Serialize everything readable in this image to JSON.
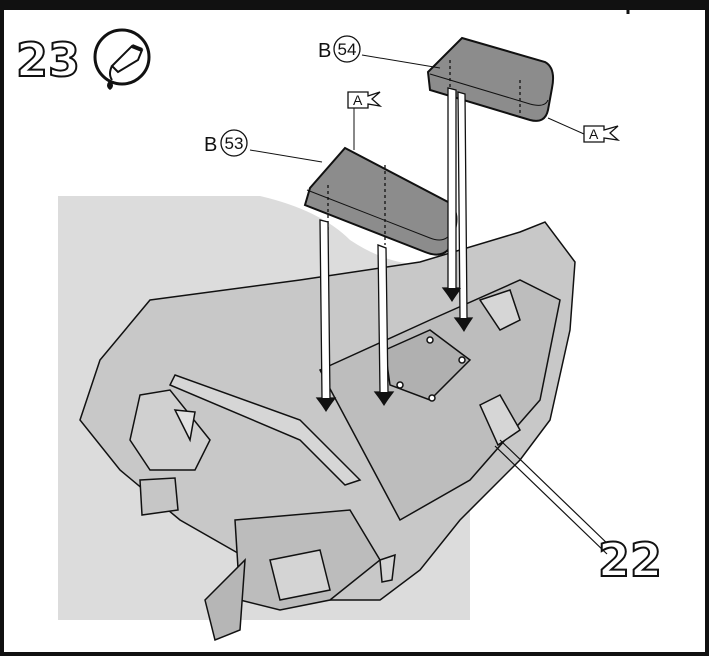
{
  "step": {
    "number": "23",
    "icon": "glue-tube-icon"
  },
  "parts": [
    {
      "letter": "B",
      "number": "54"
    },
    {
      "letter": "B",
      "number": "53"
    }
  ],
  "flags": [
    "A",
    "A"
  ],
  "target_part": "22",
  "colors": {
    "part_fill": "#8c8c8c",
    "body_fill": "#c8c8c8",
    "shadow_fill": "#dcdcdc",
    "line": "#111111"
  }
}
